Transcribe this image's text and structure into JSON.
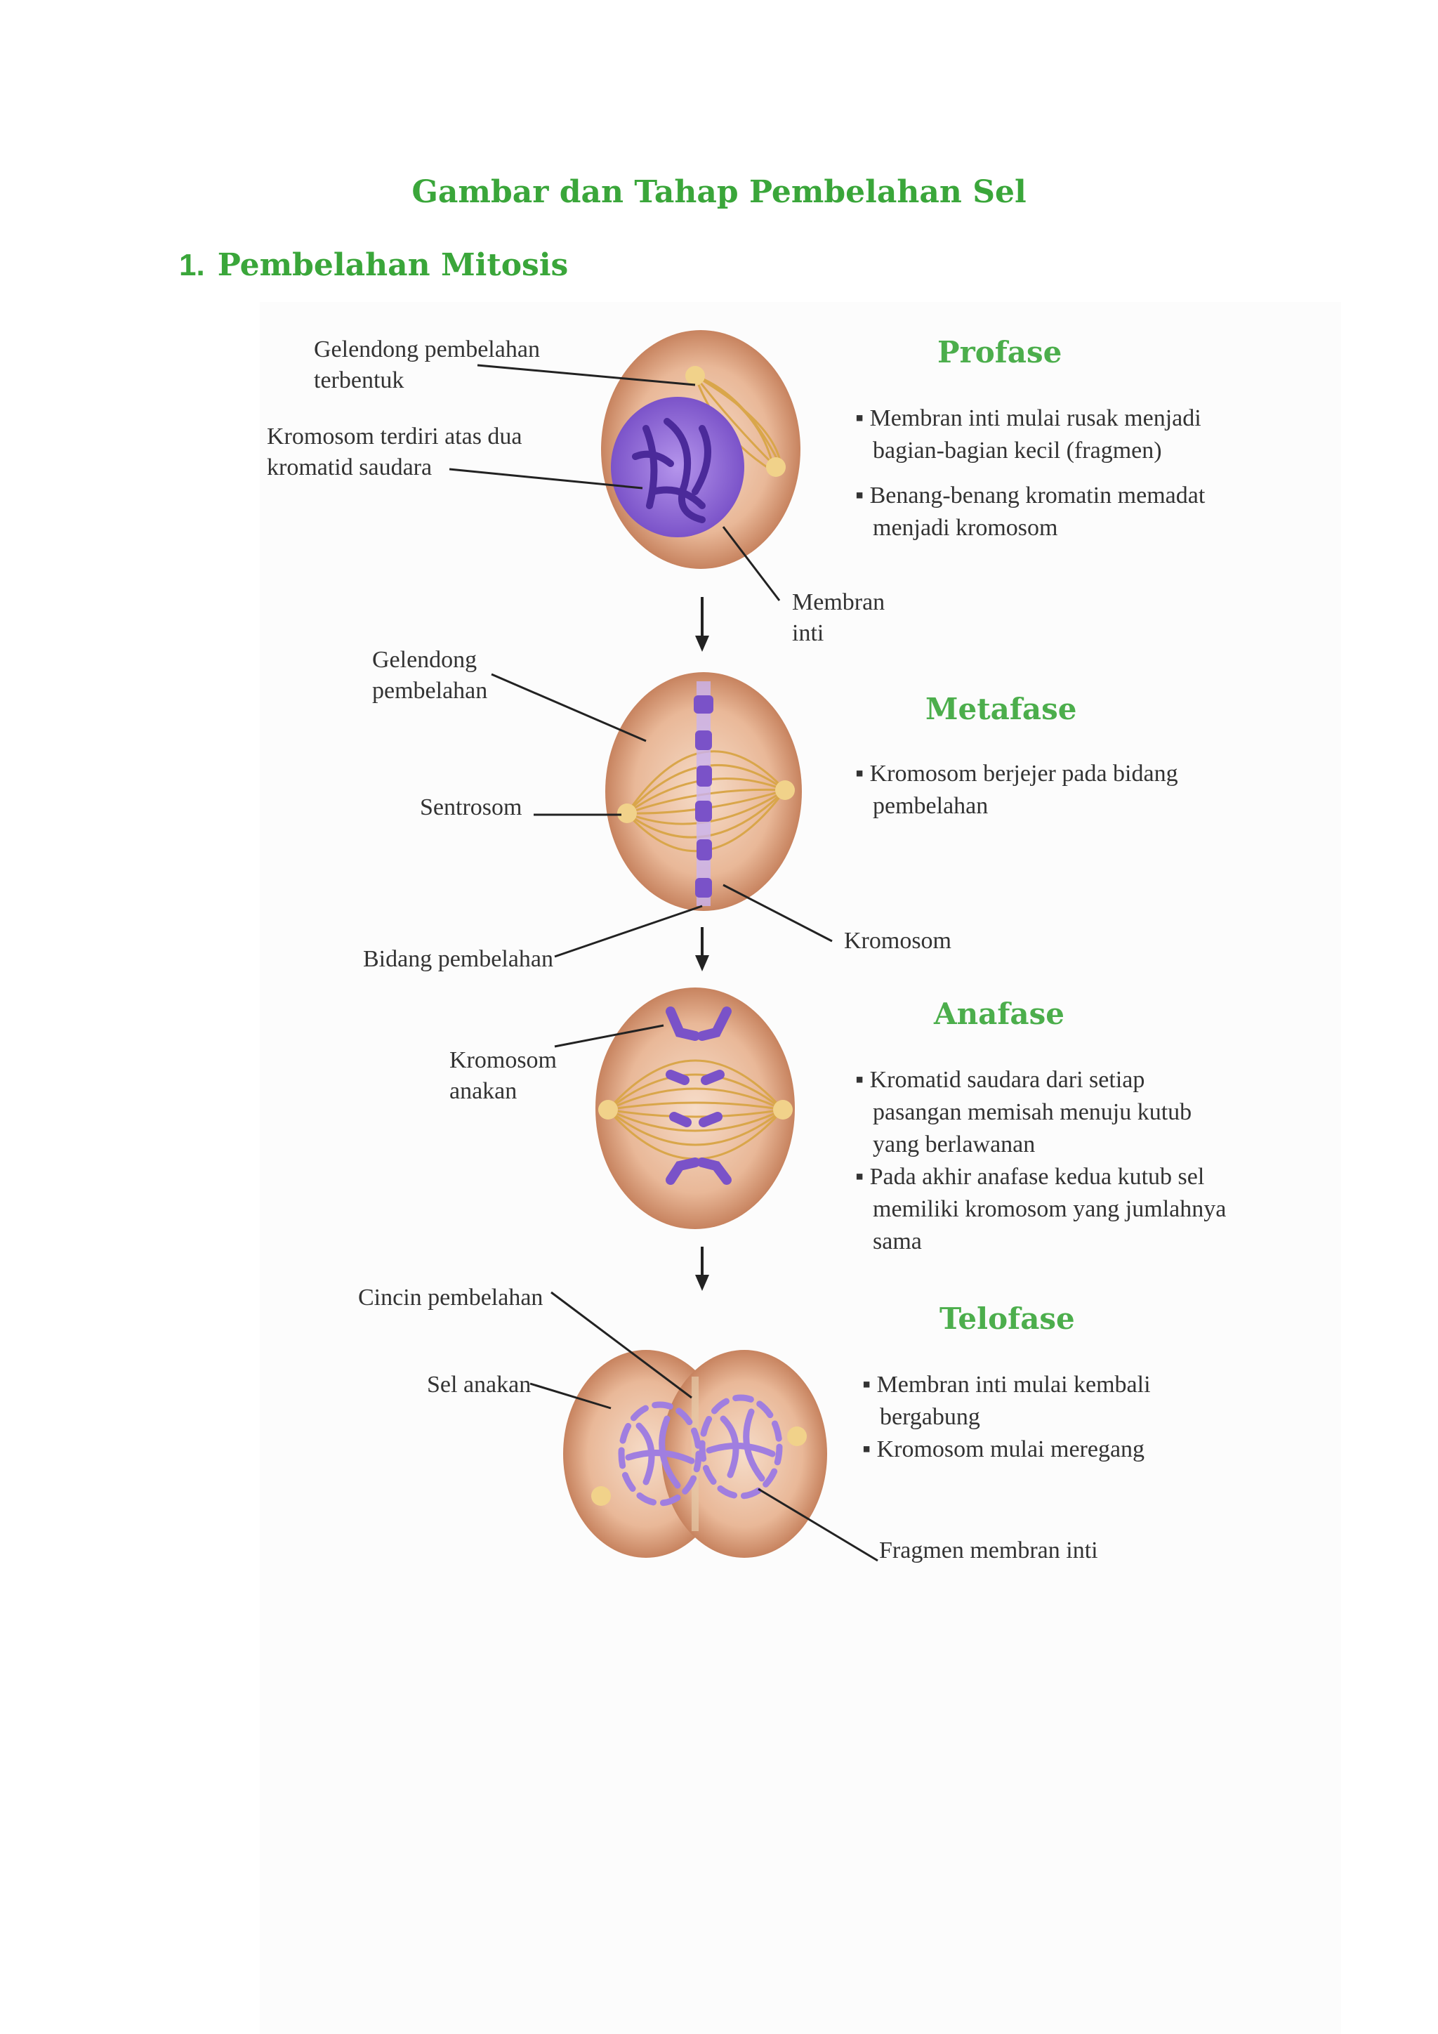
{
  "title": "Gambar dan Tahap Pembelahan Sel",
  "section": {
    "number": "1.",
    "label": "Pembelahan Mitosis"
  },
  "phases": [
    {
      "name": "Profase",
      "bullets": [
        [
          "Membran inti mulai rusak menjadi",
          "bagian-bagian kecil (fragmen)"
        ],
        [
          "Benang-benang kromatin memadat",
          "menjadi kromosom"
        ]
      ],
      "labels": {
        "spindle": [
          "Gelendong pembelahan",
          "terbentuk"
        ],
        "chromosome": [
          "Kromosom terdiri atas dua",
          "kromatid saudara"
        ],
        "membrane": [
          "Membran",
          "inti"
        ]
      }
    },
    {
      "name": "Metafase",
      "bullets": [
        [
          "Kromosom berjejer pada bidang",
          "pembelahan"
        ]
      ],
      "labels": {
        "spindle": [
          "Gelendong",
          "pembelahan"
        ],
        "centrosome": "Sentrosom",
        "plane": "Bidang pembelahan",
        "chromosome": "Kromosom"
      }
    },
    {
      "name": "Anafase",
      "bullets": [
        [
          "Kromatid saudara dari setiap",
          "pasangan memisah menuju kutub",
          "yang berlawanan"
        ],
        [
          "Pada akhir anafase kedua kutub sel",
          "memiliki kromosom yang jumlahnya",
          "sama"
        ]
      ],
      "labels": {
        "daughter_chromosome": [
          "Kromosom",
          "anakan"
        ]
      }
    },
    {
      "name": "Telofase",
      "bullets": [
        [
          "Membran inti mulai kembali",
          "bergabung"
        ],
        [
          "Kromosom mulai meregang"
        ]
      ],
      "labels": {
        "ring": "Cincin pembelahan",
        "daughter_cell": "Sel anakan",
        "fragment": "Fragmen membran inti"
      }
    }
  ],
  "colors": {
    "heading": "#3aa63a",
    "phase": "#4cae4c",
    "cell": "#e7b38f",
    "nucleus": "#9a6fd8",
    "chromosome": "#7a52c8",
    "spindle": "#d9a64a"
  }
}
